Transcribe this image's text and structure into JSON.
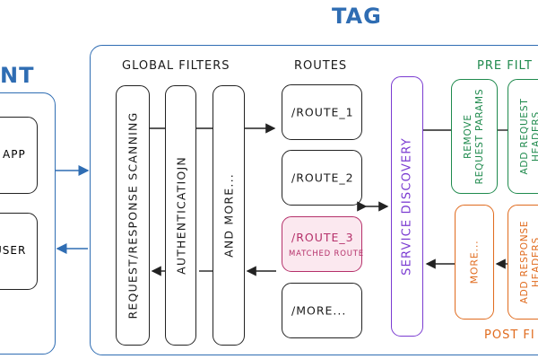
{
  "header": {
    "title": "TAG",
    "left_title": "NT"
  },
  "client": {
    "app": "APP",
    "browser": "USER"
  },
  "sections": {
    "global_filters": "GLOBAL FILTERS",
    "routes": "ROUTES",
    "pre_filters": "PRE FILT",
    "post_filters": "POST FI"
  },
  "global_filters": {
    "items": [
      "REQUEST/RESPONSE SCANNING",
      "AUTHENTICATIOJN",
      "AND MORE..."
    ]
  },
  "routes": {
    "items": [
      "/ROUTE_1",
      "/ROUTE_2",
      "/ROUTE_3",
      "/MORE..."
    ],
    "matched_label": "MATCHED ROUTE"
  },
  "service_discovery": {
    "label": "SERVICE DISCOVERY"
  },
  "pre_filter_items": {
    "item1_line1": "REMOVE",
    "item1_line2": "REQUEST PARAMS",
    "item2_line1": "ADD REQUEST",
    "item2_line2": "HEADERS"
  },
  "post_filter_items": {
    "item1": "MORE...",
    "item2_line1": "ADD RESPONSE",
    "item2_line2": "HEADERS"
  },
  "colors": {
    "frame": "#2f6db3",
    "title": "#2f6db3",
    "matched": "#b5306a",
    "matched_fill": "#fbe8ef",
    "service_discovery": "#7a3bd1",
    "pre": "#1f8a4d",
    "post": "#e06b1e"
  }
}
